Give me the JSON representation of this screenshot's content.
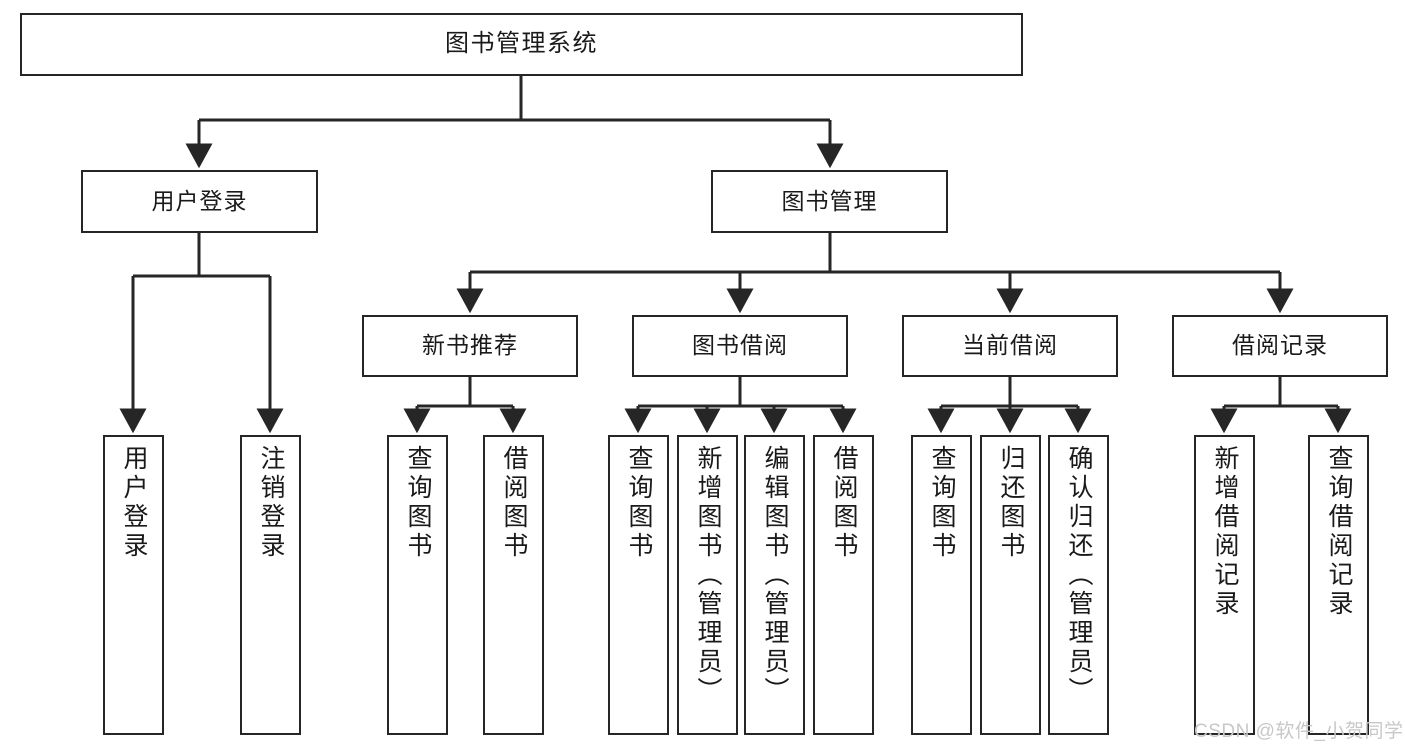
{
  "diagram": {
    "title": "图书管理系统",
    "type": "tree-structure-chart",
    "orientation": "top-down",
    "line_color": "#262626",
    "box_fill": "#ffffff",
    "text_color": "#1a1a1a"
  },
  "nodes": {
    "root": {
      "label": "图书管理系统",
      "level": 1
    },
    "l2": [
      {
        "id": "user-login",
        "label": "用户登录",
        "level": 2
      },
      {
        "id": "book-manage",
        "label": "图书管理",
        "level": 2
      }
    ],
    "l3": [
      {
        "id": "new-book-recommend",
        "label": "新书推荐",
        "level": 3
      },
      {
        "id": "book-borrow",
        "label": "图书借阅",
        "level": 3
      },
      {
        "id": "current-borrow",
        "label": "当前借阅",
        "level": 3
      },
      {
        "id": "borrow-record",
        "label": "借阅记录",
        "level": 3
      }
    ],
    "leaves": {
      "user_login": [
        {
          "id": "leaf-user-login",
          "label": "用户登录"
        },
        {
          "id": "leaf-logout-login",
          "label": "注销登录"
        }
      ],
      "new_book_recommend": [
        {
          "id": "leaf-query-book-1",
          "label": "查询图书"
        },
        {
          "id": "leaf-borrow-book-1",
          "label": "借阅图书"
        }
      ],
      "book_borrow": [
        {
          "id": "leaf-query-book-2",
          "label": "查询图书"
        },
        {
          "id": "leaf-add-book",
          "label": "新增图书（管理员）"
        },
        {
          "id": "leaf-edit-book",
          "label": "编辑图书（管理员）"
        },
        {
          "id": "leaf-borrow-book-2",
          "label": "借阅图书"
        }
      ],
      "current_borrow": [
        {
          "id": "leaf-query-book-3",
          "label": "查询图书"
        },
        {
          "id": "leaf-return-book",
          "label": "归还图书"
        },
        {
          "id": "leaf-confirm-return",
          "label": "确认归还（管理员）"
        }
      ],
      "borrow_record": [
        {
          "id": "leaf-add-borrow-record",
          "label": "新增借阅记录"
        },
        {
          "id": "leaf-query-borrow-record",
          "label": "查询借阅记录"
        }
      ]
    }
  },
  "watermark": {
    "text": "CSDN @软件_小贺同学"
  }
}
